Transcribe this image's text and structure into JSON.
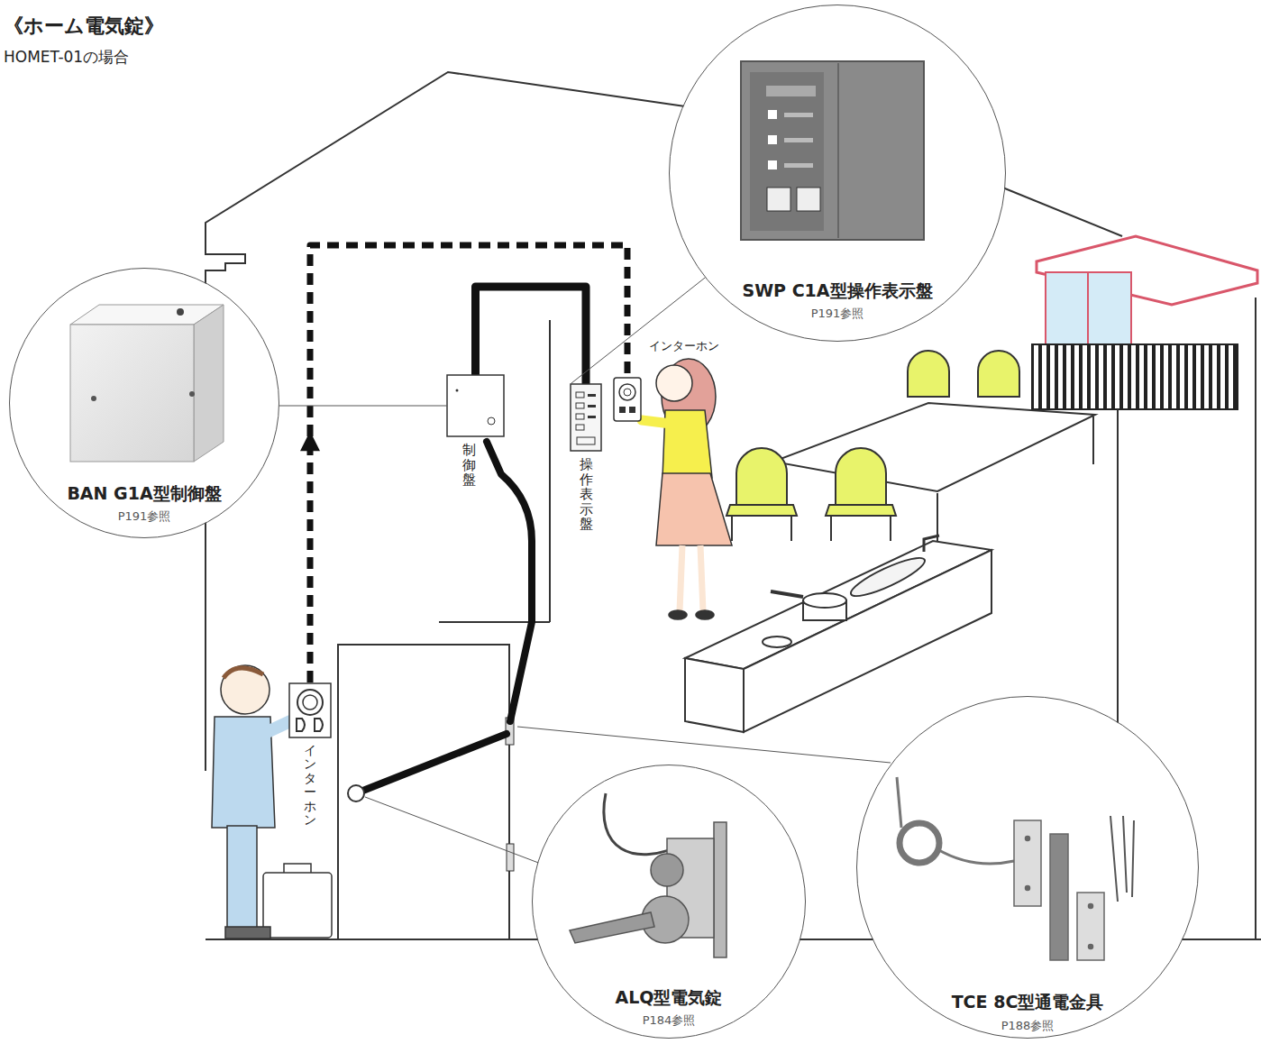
{
  "diagram": {
    "title": "《ホーム電気錠》",
    "nodes": [
      {
        "text": [
          "SWP C1A型操作表示盤",
          "P191参照"
        ]
      },
      {
        "text": [
          "BAN G1A型制御盤",
          "P191参照"
        ]
      },
      {
        "text": [
          "制御盤"
        ]
      },
      {
        "text": [
          "操作表示盤"
        ]
      },
      {
        "text": [
          "インターホン"
        ]
      },
      {
        "text": [
          "インターホン"
        ]
      },
      {
        "text": [
          "ALQ型電気錠",
          "P184参照"
        ]
      },
      {
        "text": [
          "TCE 8C型通電金具",
          "P188参照"
        ]
      }
    ],
    "edges": [
      {
        "from": 5,
        "to": 4,
        "arrow": "to"
      },
      {
        "from": 2,
        "to": 3,
        "arrow": "none"
      },
      {
        "from": 0,
        "to": 3,
        "arrow": "none"
      },
      {
        "from": 1,
        "to": 2,
        "arrow": "none"
      }
    ],
    "labels": [
      "HOMET-01の場合"
    ]
  }
}
